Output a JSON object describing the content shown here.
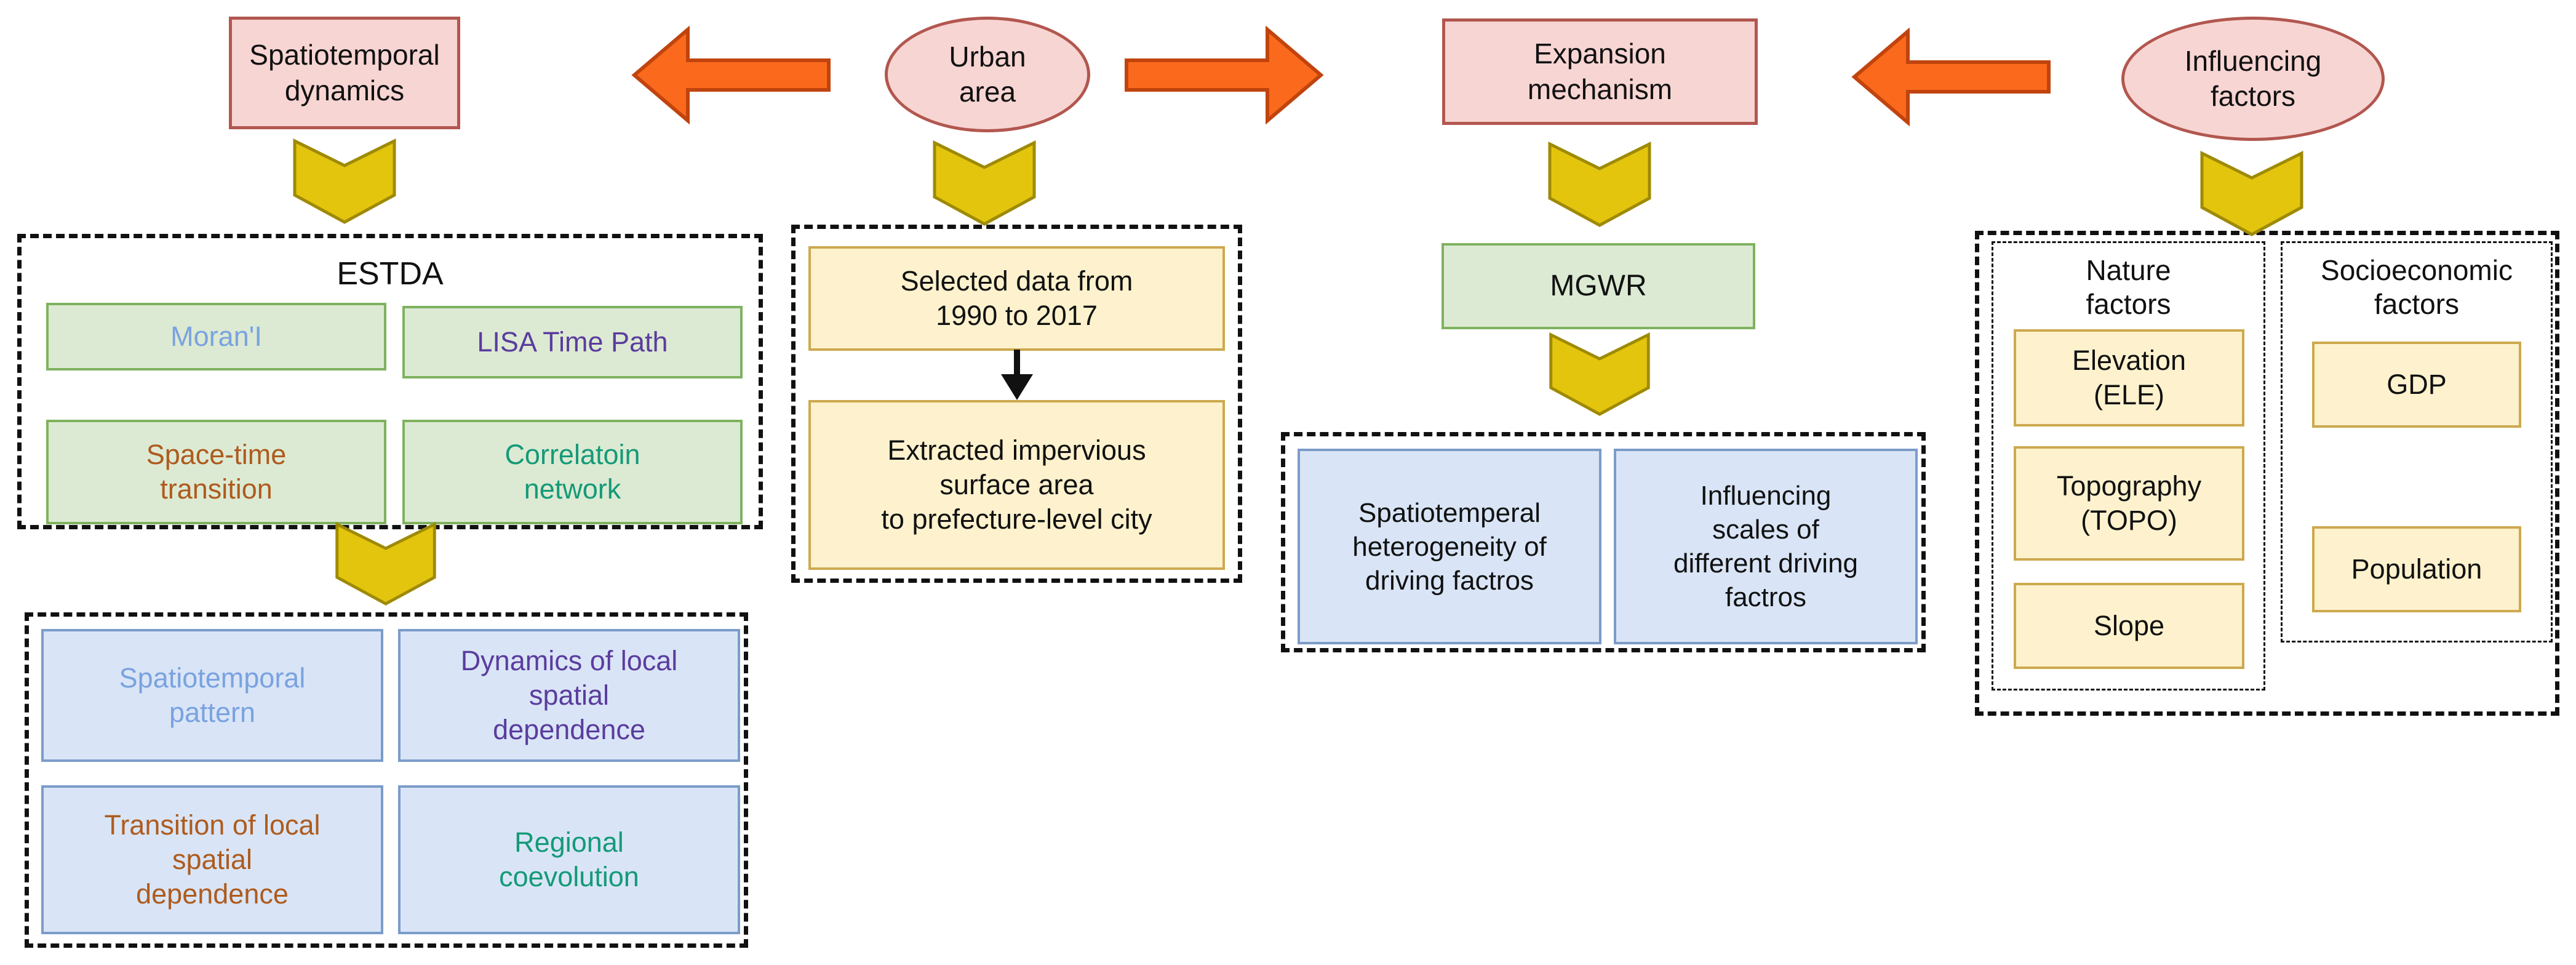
{
  "palette": {
    "pink_fill": "#F7D5D3",
    "pink_border": "#B2574F",
    "green_fill": "#DCEAD3",
    "green_border": "#7FB25F",
    "yellow_fill": "#FDF2CD",
    "yellow_border": "#CDA94E",
    "blue_fill": "#D9E5F6",
    "blue_border": "#7B9CC9",
    "orange_arrow_fill": "#FB6A1C",
    "orange_arrow_border": "#C1440E",
    "gold_chevron_fill": "#E3C50E",
    "gold_chevron_border": "#9E8A06",
    "dashed_border": "#111111"
  },
  "top": {
    "spatiotemporal_dynamics": "Spatiotemporal\ndynamics",
    "urban_area": "Urban\narea",
    "expansion_mechanism": "Expansion\nmechanism",
    "influencing_factors": "Influencing\nfactors"
  },
  "estda": {
    "title": "ESTDA",
    "items": [
      {
        "label": "Moran'I",
        "color": "#7AA2E0"
      },
      {
        "label": "LISA Time Path",
        "color": "#5B3C9E"
      },
      {
        "label": "Space-time\ntransition",
        "color": "#AE5B1E"
      },
      {
        "label": "Correlatoin\nnetwork",
        "color": "#149A78"
      }
    ]
  },
  "estda_outcomes": [
    {
      "label": "Spatiotemporal\npattern",
      "color": "#7AA2E0"
    },
    {
      "label": "Dynamics of local\nspatial\ndependence",
      "color": "#5B3C9E"
    },
    {
      "label": "Transition of local\nspatial\ndependence",
      "color": "#AE5B1E"
    },
    {
      "label": "Regional\ncoevolution",
      "color": "#149A78"
    }
  ],
  "data_pipeline": {
    "box1": "Selected data from\n1990 to 2017",
    "box2": "Extracted impervious\nsurface area\nto prefecture-level city"
  },
  "mgwr": {
    "label": "MGWR"
  },
  "mgwr_results": [
    {
      "label": "Spatiotemperal\nheterogeneity of\ndriving factros"
    },
    {
      "label": "Influencing\nscales of\ndifferent driving\nfactros"
    }
  ],
  "factors": {
    "nature": {
      "title": "Nature\nfactors",
      "items": [
        "Elevation\n(ELE)",
        "Topography\n(TOPO)",
        "Slope"
      ]
    },
    "socioeconomic": {
      "title": "Socioeconomic\nfactors",
      "items": [
        "GDP",
        "Population"
      ]
    }
  }
}
